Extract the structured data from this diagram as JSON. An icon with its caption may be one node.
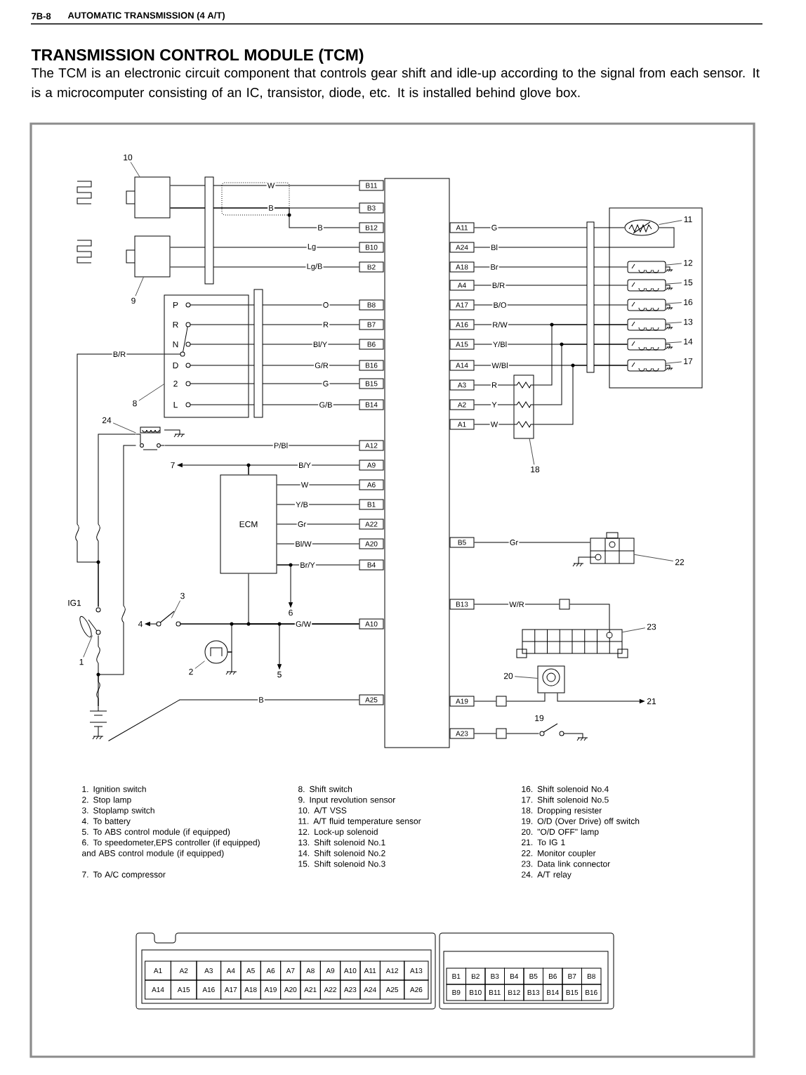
{
  "diagram": {
    "title": "TRANSMISSION CONTROL MODULE (TCM)",
    "nodes": [
      {
        "text": [],
        "shape": "box"
      },
      {
        "text": [
          "B11"
        ]
      },
      {
        "text": [
          "B3"
        ]
      },
      {
        "text": [
          "B12"
        ]
      },
      {
        "text": [
          "B10"
        ]
      },
      {
        "text": [
          "B2"
        ]
      },
      {
        "text": [
          "B8"
        ]
      },
      {
        "text": [
          "B7"
        ]
      },
      {
        "text": [
          "B6"
        ]
      },
      {
        "text": [
          "B16"
        ]
      },
      {
        "text": [
          "B15"
        ]
      },
      {
        "text": [
          "B14"
        ]
      },
      {
        "text": [
          "A12"
        ]
      },
      {
        "text": [
          "A9"
        ]
      },
      {
        "text": [
          "A6"
        ]
      },
      {
        "text": [
          "B1"
        ]
      },
      {
        "text": [
          "A22"
        ]
      },
      {
        "text": [
          "A20"
        ]
      },
      {
        "text": [
          "B4"
        ]
      },
      {
        "text": [
          "A10"
        ]
      },
      {
        "text": [
          "A25"
        ]
      },
      {
        "text": [
          "A11"
        ]
      },
      {
        "text": [
          "A24"
        ]
      },
      {
        "text": [
          "A18"
        ]
      },
      {
        "text": [
          "A4"
        ]
      },
      {
        "text": [
          "A17"
        ]
      },
      {
        "text": [
          "A16"
        ]
      },
      {
        "text": [
          "A15"
        ]
      },
      {
        "text": [
          "A14"
        ]
      },
      {
        "text": [
          "A3"
        ]
      },
      {
        "text": [
          "A2"
        ]
      },
      {
        "text": [
          "A1"
        ]
      },
      {
        "text": [
          "B5"
        ]
      },
      {
        "text": [
          "B13"
        ]
      },
      {
        "text": [
          "A19"
        ]
      },
      {
        "text": [
          "A23"
        ]
      },
      {
        "text": [],
        "shape": "box"
      },
      {
        "text": [],
        "shape": "box"
      },
      {
        "text": [
          "P",
          "R",
          "N",
          "D",
          "2",
          "L"
        ]
      },
      {
        "text": [],
        "shape": "picture"
      },
      {
        "text": [
          "ECM"
        ]
      },
      {
        "text": [],
        "shape": "picture"
      },
      {
        "text": [],
        "shape": "picture"
      },
      {
        "text": [],
        "shape": "picture",
        "beside": [
          "IG1"
        ]
      },
      {
        "text": [],
        "shape": "picture"
      },
      {
        "text": [
          "7"
        ]
      },
      {
        "text": [
          "4"
        ]
      },
      {
        "text": [
          "6"
        ]
      },
      {
        "text": [
          "5"
        ]
      },
      {
        "text": [],
        "shape": "box"
      },
      {
        "text": [],
        "shape": "picture",
        "in": 49
      },
      {
        "text": [],
        "shape": "picture",
        "in": 49
      },
      {
        "text": [],
        "shape": "picture",
        "in": 49
      },
      {
        "text": [],
        "shape": "picture",
        "in": 49
      },
      {
        "text": [],
        "shape": "picture",
        "in": 49
      },
      {
        "text": [],
        "shape": "picture",
        "in": 49
      },
      {
        "text": [],
        "shape": "picture",
        "in": 49
      },
      {
        "text": [],
        "shape": "picture"
      },
      {
        "text": [],
        "shape": "picture"
      },
      {
        "text": [],
        "shape": "picture"
      },
      {
        "text": [],
        "shape": "picture"
      },
      {
        "text": [],
        "shape": "picture",
        "beside": [
          "19"
        ]
      },
      {
        "text": [
          "21"
        ]
      },
      {
        "text": [],
        "shape": "box"
      },
      {
        "text": [],
        "shape": "box"
      },
      {
        "text": [],
        "shape": "box"
      },
      {
        "text": [
          "10"
        ]
      },
      {
        "text": [
          "9"
        ]
      },
      {
        "text": [
          "8"
        ]
      },
      {
        "text": [
          "24"
        ]
      },
      {
        "text": [
          "3"
        ]
      },
      {
        "text": [
          "2"
        ]
      },
      {
        "text": [
          "1"
        ]
      },
      {
        "text": [
          "11"
        ],
        "in": 49
      },
      {
        "text": [
          "12"
        ],
        "in": 49
      },
      {
        "text": [
          "15"
        ],
        "in": 49
      },
      {
        "text": [
          "16"
        ],
        "in": 49
      },
      {
        "text": [
          "13"
        ],
        "in": 49
      },
      {
        "text": [
          "14"
        ],
        "in": 49
      },
      {
        "text": [
          "17"
        ],
        "in": 49
      },
      {
        "text": [
          "18"
        ]
      },
      {
        "text": [
          "22"
        ]
      },
      {
        "text": [
          "23"
        ]
      },
      {
        "text": [
          "20"
        ]
      }
    ],
    "edges": [
      {
        "from": 36,
        "to": 1,
        "arrow": "none",
        "label": "W"
      },
      {
        "from": 36,
        "to": 2,
        "arrow": "none",
        "label": "B"
      },
      {
        "from": 36,
        "to": 3,
        "arrow": "none",
        "label": "B"
      },
      {
        "from": 37,
        "to": 4,
        "arrow": "none",
        "label": "Lg"
      },
      {
        "from": 37,
        "to": 5,
        "arrow": "none",
        "label": "Lg/B"
      },
      {
        "from": 38,
        "to": 6,
        "arrow": "none",
        "label": "O"
      },
      {
        "from": 38,
        "to": 7,
        "arrow": "none",
        "label": "R"
      },
      {
        "from": 38,
        "to": 8,
        "arrow": "none",
        "label": "Bl/Y"
      },
      {
        "from": 38,
        "to": 9,
        "arrow": "none",
        "label": "G/R"
      },
      {
        "from": 38,
        "to": 10,
        "arrow": "none",
        "label": "G"
      },
      {
        "from": 38,
        "to": 11,
        "arrow": "none",
        "label": "G/B"
      },
      {
        "from": 39,
        "to": 12,
        "arrow": "none",
        "label": "P/Bl"
      },
      {
        "from": 40,
        "to": 13,
        "arrow": "none",
        "label": "B/Y"
      },
      {
        "from": 40,
        "to": 45,
        "arrow": "to"
      },
      {
        "from": 40,
        "to": 14,
        "arrow": "none",
        "label": "W"
      },
      {
        "from": 40,
        "to": 15,
        "arrow": "none",
        "label": "Y/B"
      },
      {
        "from": 40,
        "to": 16,
        "arrow": "none",
        "label": "Gr"
      },
      {
        "from": 40,
        "to": 17,
        "arrow": "none",
        "label": "Bl/W"
      },
      {
        "from": 40,
        "to": 18,
        "arrow": "none",
        "label": "Br/Y"
      },
      {
        "from": 40,
        "to": 47,
        "arrow": "to"
      },
      {
        "from": 41,
        "to": 19,
        "arrow": "none",
        "label": "G/W"
      },
      {
        "from": 42,
        "to": 19,
        "arrow": "none"
      },
      {
        "from": 40,
        "to": 19,
        "arrow": "none"
      },
      {
        "from": 41,
        "to": 46,
        "arrow": "to"
      },
      {
        "from": 41,
        "to": 48,
        "arrow": "to"
      },
      {
        "from": 44,
        "to": 20,
        "arrow": "none",
        "label": "B"
      },
      {
        "from": 38,
        "to": 43,
        "arrow": "none",
        "label": "B/R"
      },
      {
        "from": 39,
        "to": 43,
        "arrow": "none"
      },
      {
        "from": 43,
        "to": 44,
        "arrow": "none"
      },
      {
        "from": 39,
        "to": 44,
        "arrow": "none"
      },
      {
        "from": 21,
        "to": 50,
        "arrow": "none",
        "label": "G"
      },
      {
        "from": 22,
        "to": 50,
        "arrow": "none",
        "label": "Bl"
      },
      {
        "from": 23,
        "to": 51,
        "arrow": "none",
        "label": "Br"
      },
      {
        "from": 24,
        "to": 52,
        "arrow": "none",
        "label": "B/R"
      },
      {
        "from": 25,
        "to": 53,
        "arrow": "none",
        "label": "B/O"
      },
      {
        "from": 26,
        "to": 54,
        "arrow": "none",
        "label": "R/W"
      },
      {
        "from": 27,
        "to": 55,
        "arrow": "none",
        "label": "Y/Bl"
      },
      {
        "from": 28,
        "to": 56,
        "arrow": "none",
        "label": "W/Bl"
      },
      {
        "from": 29,
        "to": 57,
        "arrow": "none",
        "label": "R"
      },
      {
        "from": 30,
        "to": 57,
        "arrow": "none",
        "label": "Y"
      },
      {
        "from": 31,
        "to": 57,
        "arrow": "none",
        "label": "W"
      },
      {
        "from": 57,
        "to": 54,
        "arrow": "none"
      },
      {
        "from": 57,
        "to": 55,
        "arrow": "none"
      },
      {
        "from": 57,
        "to": 56,
        "arrow": "none"
      },
      {
        "from": 32,
        "to": 58,
        "arrow": "none",
        "label": "Gr"
      },
      {
        "from": 33,
        "to": 63,
        "arrow": "none",
        "label": "W/R"
      },
      {
        "from": 63,
        "to": 59,
        "arrow": "none"
      },
      {
        "from": 34,
        "to": 64,
        "arrow": "none"
      },
      {
        "from": 64,
        "to": 60,
        "arrow": "none"
      },
      {
        "from": 60,
        "to": 62,
        "arrow": "to"
      },
      {
        "from": 35,
        "to": 65,
        "arrow": "none"
      },
      {
        "from": 65,
        "to": 61,
        "arrow": "none"
      },
      {
        "from": 66,
        "to": 36,
        "arrow": "none"
      },
      {
        "from": 67,
        "to": 37,
        "arrow": "none"
      },
      {
        "from": 68,
        "to": 38,
        "arrow": "none"
      },
      {
        "from": 69,
        "to": 39,
        "arrow": "none"
      },
      {
        "from": 70,
        "to": 41,
        "arrow": "none"
      },
      {
        "from": 71,
        "to": 42,
        "arrow": "none"
      },
      {
        "from": 72,
        "to": 43,
        "arrow": "none"
      },
      {
        "from": 73,
        "to": 50,
        "arrow": "none"
      },
      {
        "from": 74,
        "to": 51,
        "arrow": "none"
      },
      {
        "from": 75,
        "to": 52,
        "arrow": "none"
      },
      {
        "from": 76,
        "to": 53,
        "arrow": "none"
      },
      {
        "from": 77,
        "to": 54,
        "arrow": "none"
      },
      {
        "from": 78,
        "to": 55,
        "arrow": "none"
      },
      {
        "from": 79,
        "to": 56,
        "arrow": "none"
      },
      {
        "from": 80,
        "to": 57,
        "arrow": "none"
      },
      {
        "from": 81,
        "to": 58,
        "arrow": "none"
      },
      {
        "from": 82,
        "to": 59,
        "arrow": "none"
      },
      {
        "from": 83,
        "to": 60,
        "arrow": "none"
      }
    ],
    "labels": [
      "7B-8",
      "AUTOMATIC TRANSMISSION (4 A/T)",
      "The TCM is an electronic circuit component that controls gear shift and idle-up according to the signal from each sensor. It is a microcomputer consisting of an IC, transistor, diode, etc. It is installed behind glove box.",
      "1. Ignition switch",
      "2. Stop lamp",
      "3. Stoplamp switch",
      "4. To battery",
      "5. To ABS control module (if equipped)",
      "6. To speedometer,EPS controller (if equipped) and ABS control module (if equipped)",
      "7. To A/C compressor",
      "8. Shift switch",
      "9. Input revolution sensor",
      "10. A/T VSS",
      "11. A/T fluid temperature sensor",
      "12. Lock-up solenoid",
      "13. Shift solenoid No.1",
      "14. Shift solenoid No.2",
      "15. Shift solenoid No.3",
      "16. Shift solenoid No.4",
      "17. Shift solenoid No.5",
      "18. Dropping resister",
      "19. O/D (Over Drive) off switch",
      "20. \"O/D OFF\" lamp",
      "21. To IG 1",
      "22. Monitor coupler",
      "23. Data link connector",
      "24. A/T relay",
      "A1",
      "A2",
      "A3",
      "A4",
      "A5",
      "A6",
      "A7",
      "A8",
      "A9",
      "A10",
      "A11",
      "A12",
      "A13",
      "B1",
      "B2",
      "B3",
      "B4",
      "B5",
      "B6",
      "B7",
      "B8",
      "A14",
      "A15",
      "A16",
      "A17",
      "A18",
      "A19",
      "A20",
      "A21",
      "A22",
      "A23",
      "A24",
      "A25",
      "A26",
      "B9",
      "B10",
      "B11",
      "B12",
      "B13",
      "B14",
      "B15",
      "B16"
    ]
  }
}
